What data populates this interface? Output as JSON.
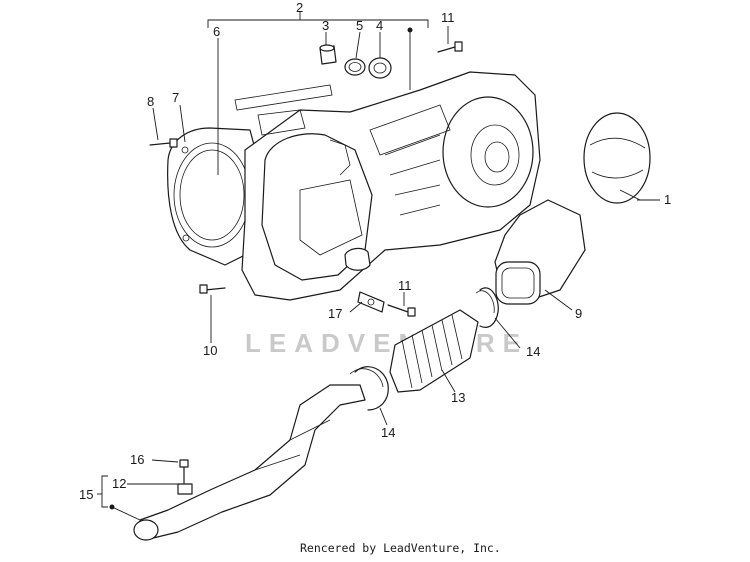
{
  "diagram": {
    "callouts": [
      "1",
      "2",
      "3",
      "4",
      "5",
      "6",
      "7",
      "8",
      "9",
      "10",
      "11",
      "11",
      "12",
      "13",
      "14",
      "14",
      "15",
      "16",
      "17"
    ],
    "watermark": "LEADVENTURE",
    "credit": "Rencered by LeadVenture, Inc."
  }
}
